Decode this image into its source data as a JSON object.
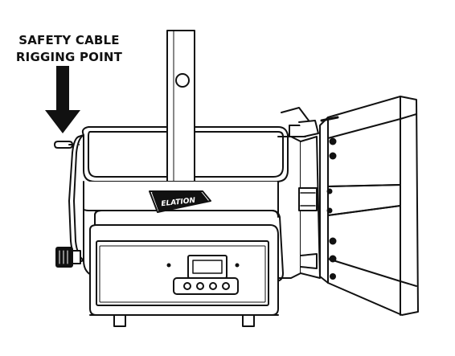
{
  "callout": {
    "line1": "SAFETY CABLE",
    "line2": "RIGGING POINT"
  },
  "logo_text": "ELATION",
  "colors": {
    "stroke": "#111111",
    "fill": "#ffffff",
    "arrow": "#111111"
  }
}
